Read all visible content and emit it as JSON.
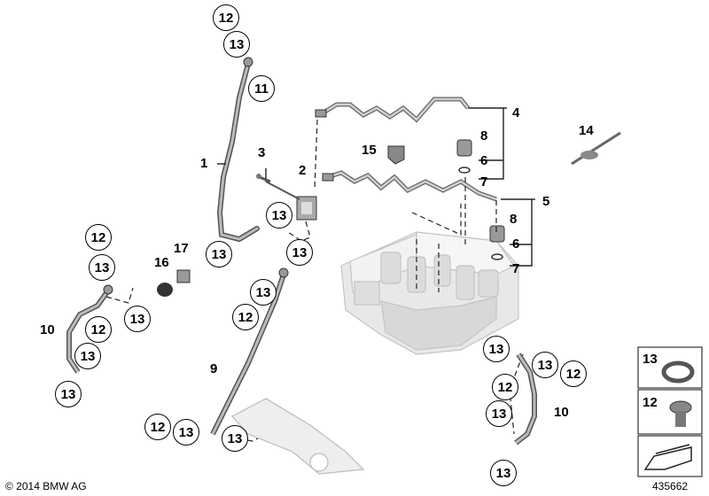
{
  "callouts": {
    "c12_top": "12",
    "c13_top": "13",
    "c11": "11",
    "c13_mid_left": "13",
    "c13_left_bot": "13",
    "c12_left": "12",
    "c13_left": "13",
    "c13_left_hose": "13",
    "c12_left_hose": "12",
    "c13_left_hose2": "13",
    "c13_left_end": "13",
    "c13_mid1": "13",
    "c13_mid2": "13",
    "c12_mid": "12",
    "c12_bot": "12",
    "c13_bot1": "13",
    "c13_bot2": "13",
    "c13_right1": "13",
    "c13_right2": "13",
    "c12_right1": "12",
    "c12_right2": "12",
    "c13_right3": "13",
    "c13_right_end": "13"
  },
  "labels": {
    "l1": "1",
    "l2": "2",
    "l3": "3",
    "l4": "4",
    "l5": "5",
    "l6a": "6",
    "l6b": "6",
    "l7a": "7",
    "l7b": "7",
    "l8a": "8",
    "l8b": "8",
    "l9": "9",
    "l10a": "10",
    "l10b": "10",
    "l14": "14",
    "l15": "15",
    "l16": "16",
    "l17": "17"
  },
  "legend": {
    "item1": "13",
    "item2": "12"
  },
  "footer": {
    "copyright": "© 2014 BMW AG",
    "doc_number": "435662"
  }
}
